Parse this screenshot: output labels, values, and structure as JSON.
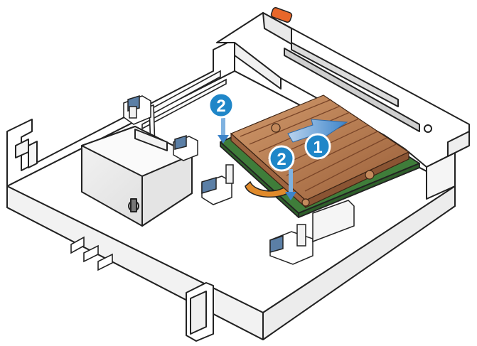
{
  "diagram": {
    "subject": "tray-with-heatsink-module",
    "callouts": [
      {
        "number": "1",
        "color": "#1f86c8",
        "arrow": "slide-right"
      },
      {
        "number": "2",
        "color": "#1f86c8",
        "arrow": "down"
      },
      {
        "number": "2",
        "color": "#1f86c8",
        "arrow": "down"
      }
    ],
    "colors": {
      "outline": "#222222",
      "heatsink": "#b97a4f",
      "heatsink_dark": "#8a5433",
      "pcb": "#3f7d3a",
      "latch": "#5b7fa6",
      "orange_strap": "#e08a2b",
      "tab_orange": "#e8672a",
      "arrow_blue": "#3d84c9"
    }
  }
}
